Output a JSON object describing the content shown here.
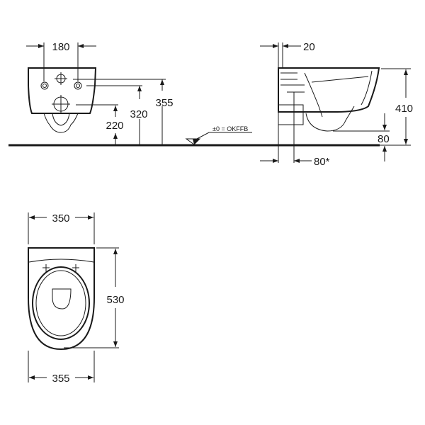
{
  "front_view": {
    "width_label": "180",
    "h1": "355",
    "h2": "320",
    "h3": "220"
  },
  "floor": {
    "reference_label": "±0 = OKFFB"
  },
  "side_view": {
    "wall_gap": "20",
    "height": "410",
    "floor_gap": "80",
    "projection": "80*"
  },
  "top_view": {
    "top_width": "350",
    "bottom_width": "355",
    "length": "530"
  },
  "colors": {
    "ink": "#1a1a1a",
    "background": "#ffffff"
  }
}
